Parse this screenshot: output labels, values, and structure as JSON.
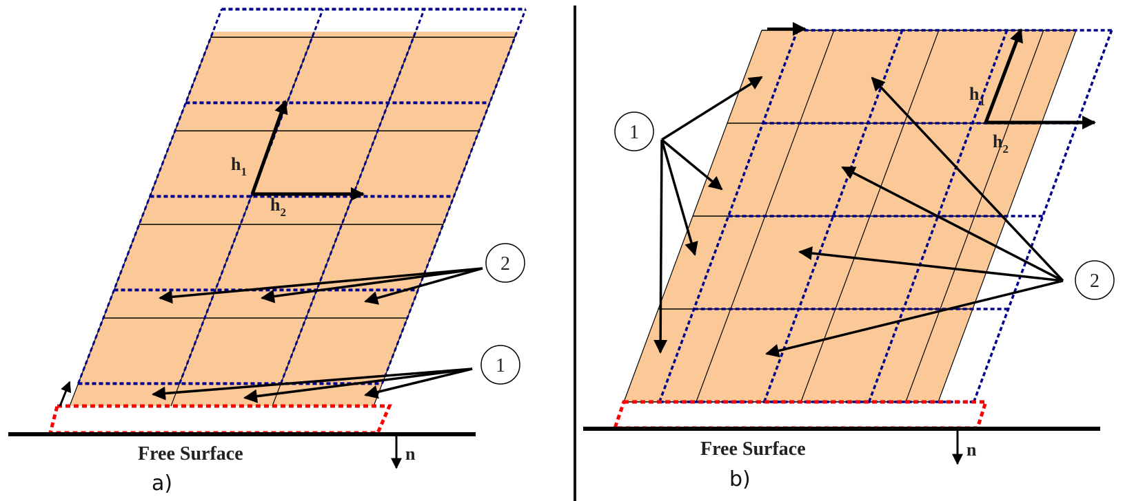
{
  "panel_a": {
    "caption": "a)",
    "surface_label": "Free Surface",
    "normal_label": "n",
    "h1_main": "h",
    "h1_sub": "1",
    "h2_main": "h",
    "h2_sub": "2",
    "callout_1": "1",
    "callout_2": "2"
  },
  "panel_b": {
    "caption": "b)",
    "surface_label": "Free Surface",
    "normal_label": "n",
    "h1_main": "h",
    "h1_sub": "1",
    "h2_main": "h",
    "h2_sub": "2",
    "callout_1": "1",
    "callout_2": "2"
  },
  "colors": {
    "cell_fill": "#fbc998",
    "dashed_grid": "#00008b",
    "free_surface_band": "#ff0000",
    "arrows": "#000000"
  }
}
